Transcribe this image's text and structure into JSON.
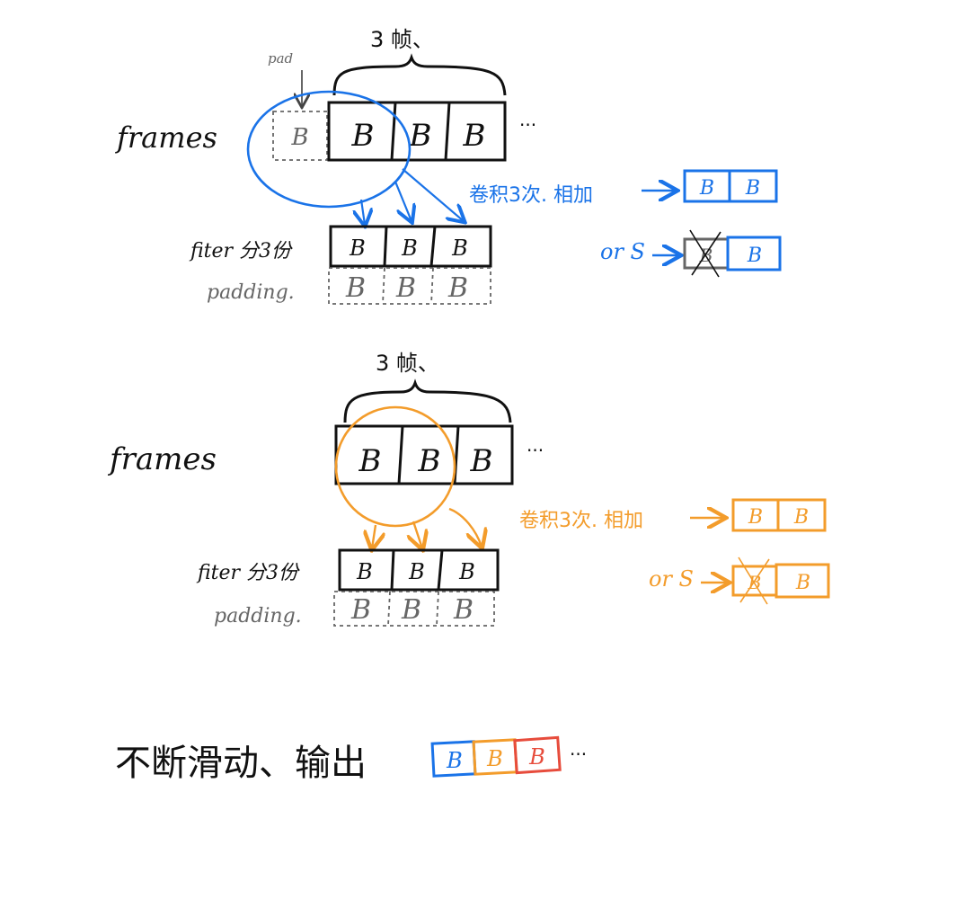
{
  "colors": {
    "ink": "#111111",
    "gray": "#666666",
    "blue": "#1a73e8",
    "orange": "#f39c2b",
    "red": "#e74c3c"
  },
  "panel1": {
    "count_label": "3 帧、",
    "pad_label": "pad",
    "frames_label": "frames",
    "cell_letter": "B",
    "ellipsis": "···",
    "filter_label": "fiter 分3份",
    "padding_label": "padding.",
    "conv_label": "卷积3次. 相加",
    "or_label": "or S"
  },
  "panel2": {
    "count_label": "3 帧、",
    "frames_label": "frames",
    "cell_letter": "B",
    "ellipsis": "···",
    "filter_label": "fiter 分3份",
    "padding_label": "padding.",
    "conv_label": "卷积3次. 相加",
    "or_label": "or S"
  },
  "bottom": {
    "text": "不断滑动、输出",
    "cell_letter": "B",
    "ellipsis": "···"
  }
}
